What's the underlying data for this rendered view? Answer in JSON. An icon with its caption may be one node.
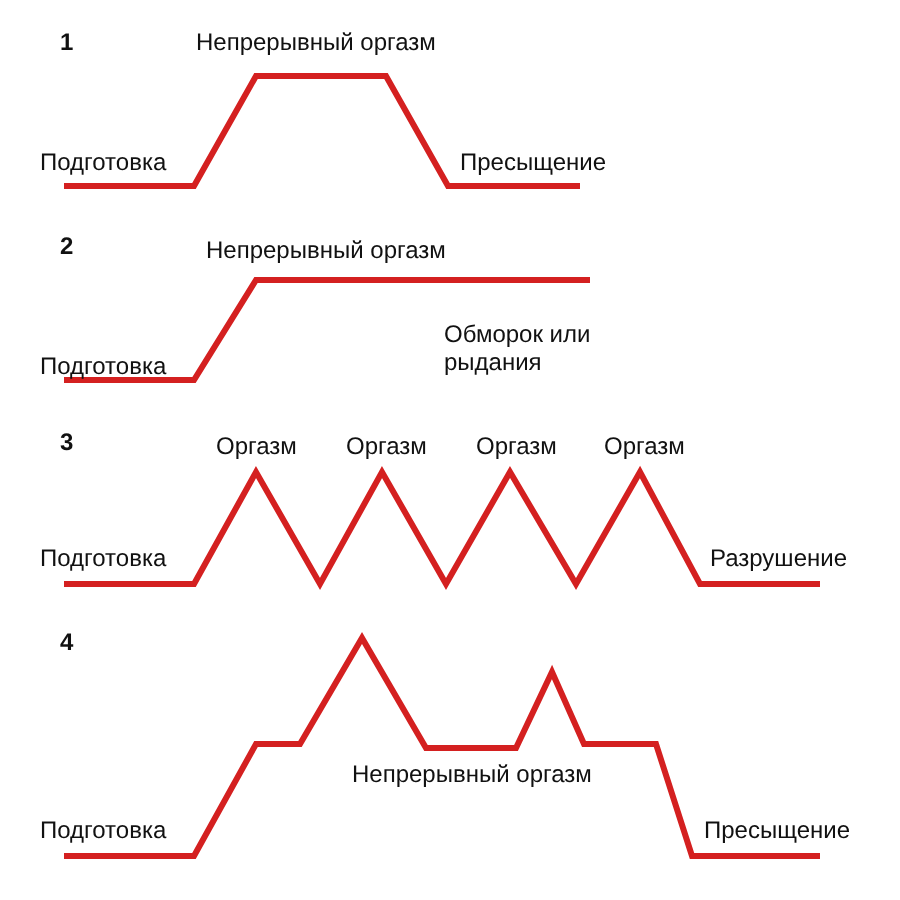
{
  "diagram": {
    "labels": [
      "1",
      "Непрерывный оргазм",
      "Подготовка",
      "Пресыщение",
      "2",
      "Непрерывный оргазм",
      "Подготовка",
      "Обморок или рыдания",
      "3",
      "Оргазм",
      "Оргазм",
      "Оргазм",
      "Оргазм",
      "Подготовка",
      "Разрушение",
      "4",
      "Непрерывный оргазм",
      "Подготовка",
      "Пресыщение"
    ]
  }
}
